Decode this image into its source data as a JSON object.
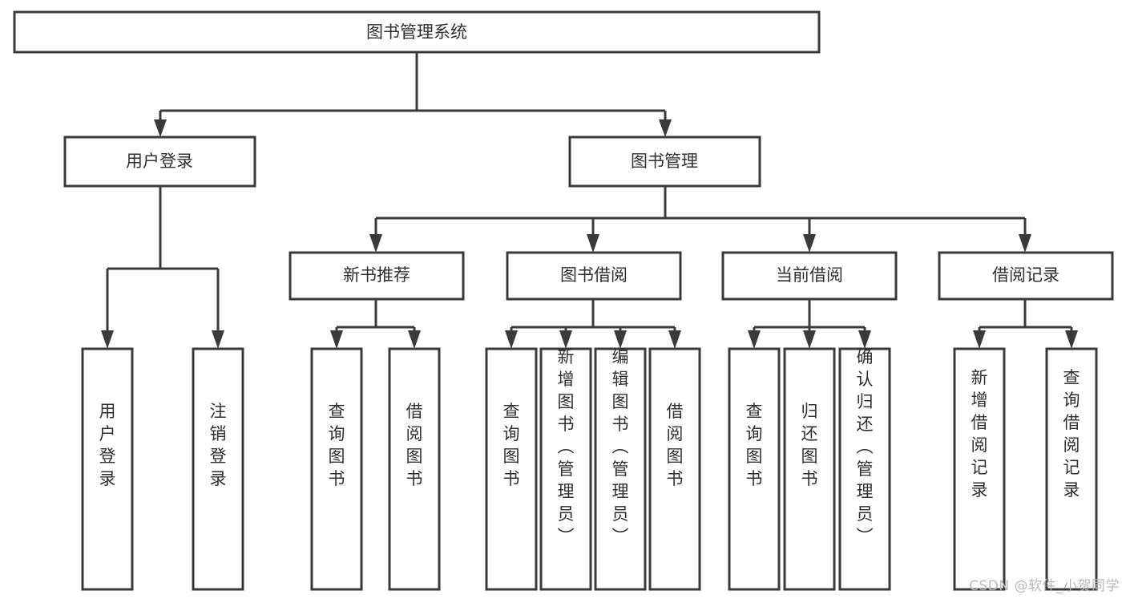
{
  "diagram": {
    "type": "tree-hierarchy",
    "title": "图书管理系统",
    "watermark": "CSDN @软件_小贺同学",
    "colors": {
      "stroke": "#3a3a3c",
      "fill": "#ffffff",
      "text": "#2f2f2f",
      "background": "#ffffff",
      "watermark": "#b9b9b9"
    },
    "levels": {
      "root": {
        "label": "图书管理系统"
      },
      "level2": [
        {
          "label": "用户登录"
        },
        {
          "label": "图书管理"
        }
      ],
      "level3": [
        {
          "label": "新书推荐"
        },
        {
          "label": "图书借阅"
        },
        {
          "label": "当前借阅"
        },
        {
          "label": "借阅记录"
        }
      ]
    },
    "leaves": {
      "user_login": [
        {
          "label": "用户登录"
        },
        {
          "label": "注销登录"
        }
      ],
      "new_book_recommend": [
        {
          "label": "查询图书"
        },
        {
          "label": "借阅图书"
        }
      ],
      "book_borrow": [
        {
          "label": "查询图书"
        },
        {
          "label": "新增图书（管理员）"
        },
        {
          "label": "编辑图书（管理员）"
        },
        {
          "label": "借阅图书"
        }
      ],
      "current_borrow": [
        {
          "label": "查询图书"
        },
        {
          "label": "归还图书"
        },
        {
          "label": "确认归还（管理员）"
        }
      ],
      "borrow_record": [
        {
          "label": "新增借阅记录"
        },
        {
          "label": "查询借阅记录"
        }
      ]
    }
  }
}
